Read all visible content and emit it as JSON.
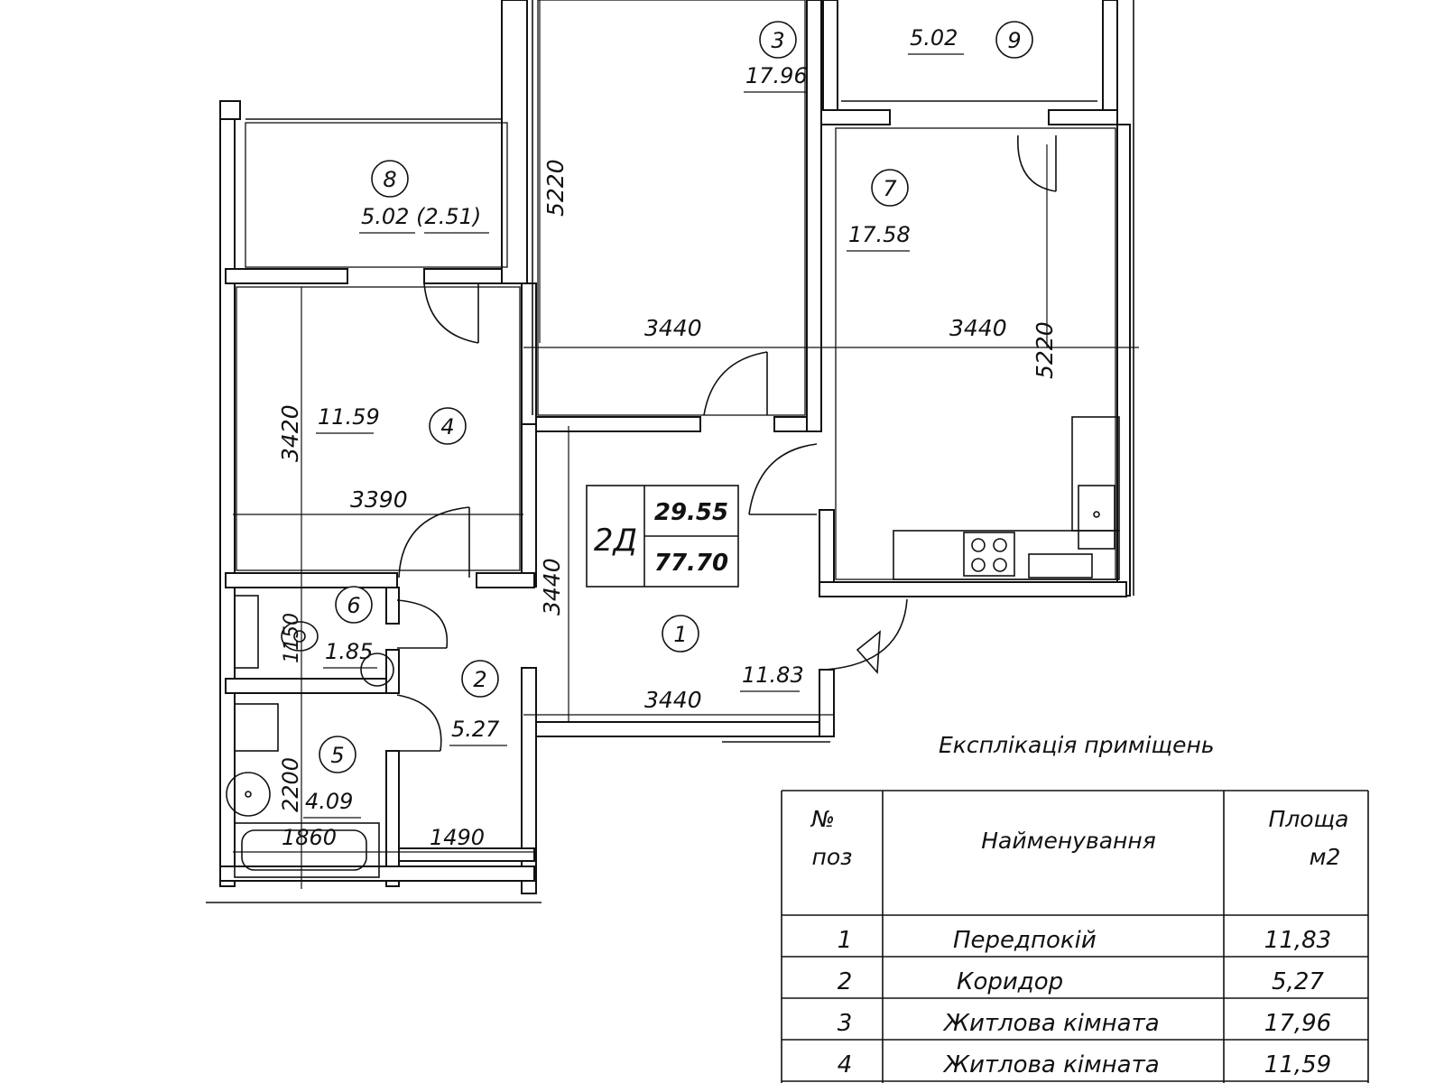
{
  "plan": {
    "rooms": [
      {
        "num": "1",
        "area": "11.83"
      },
      {
        "num": "2",
        "area": "5.27"
      },
      {
        "num": "3",
        "area": "17.96"
      },
      {
        "num": "4",
        "area": "11.59"
      },
      {
        "num": "5",
        "area": "4.09"
      },
      {
        "num": "6",
        "area": "1.85"
      },
      {
        "num": "7",
        "area": "17.58"
      },
      {
        "num": "8",
        "area": "5.02 (2.51)"
      },
      {
        "num": "9",
        "area": "5.02"
      }
    ],
    "dimensions": {
      "d5220_left": "5220",
      "d5220_right": "5220",
      "d3440_top_left": "3440",
      "d3440_top_right": "3440",
      "d3440_vertical": "3440",
      "d3440_bottom": "3440",
      "d3420": "3420",
      "d3390": "3390",
      "d1150": "1150",
      "d2200": "2200",
      "d1860": "1860",
      "d1490": "1490"
    },
    "apartment_label": {
      "type": "2Д",
      "living_area": "29.55",
      "total_area": "77.70"
    }
  },
  "explication": {
    "title": "Експлікація приміщень",
    "headers": {
      "num_line1": "№",
      "num_line2": "поз",
      "name": "Найменування",
      "area_line1": "Площа",
      "area_line2": "м2"
    },
    "rows": [
      {
        "num": "1",
        "name": "Передпокій",
        "area": "11,83"
      },
      {
        "num": "2",
        "name": "Коридор",
        "area": "5,27"
      },
      {
        "num": "3",
        "name": "Житлова кімната",
        "area": "17,96"
      },
      {
        "num": "4",
        "name": "Житлова кімната",
        "area": "11,59"
      }
    ]
  },
  "icons": [
    "door-swing-icon",
    "toilet-icon",
    "sink-icon",
    "bathtub-icon",
    "stove-icon",
    "kitchen-sink-icon",
    "entrance-triangle-icon"
  ]
}
